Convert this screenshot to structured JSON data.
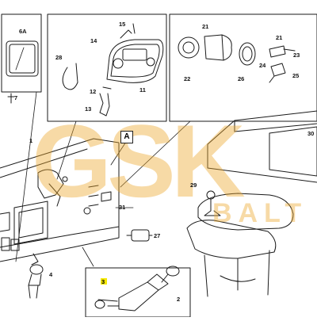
{
  "callouts": {
    "c1": "1",
    "c2": "2",
    "c3": "3",
    "c4": "4",
    "c6a": "6A",
    "c7": "7",
    "c11": "11",
    "c12": "12",
    "c13": "13",
    "c14": "14",
    "c15": "15",
    "c21a": "21",
    "c21b": "21",
    "c22": "22",
    "c23": "23",
    "c24": "24",
    "c25": "25",
    "c26": "26",
    "c27": "27",
    "c28": "28",
    "c29": "29",
    "c30": "30",
    "c31": "31",
    "ref_a": "A"
  },
  "watermark": {
    "text": "GSK",
    "subtext": "BALT",
    "color": "#eca62c"
  },
  "highlight_color": "#f5e900"
}
